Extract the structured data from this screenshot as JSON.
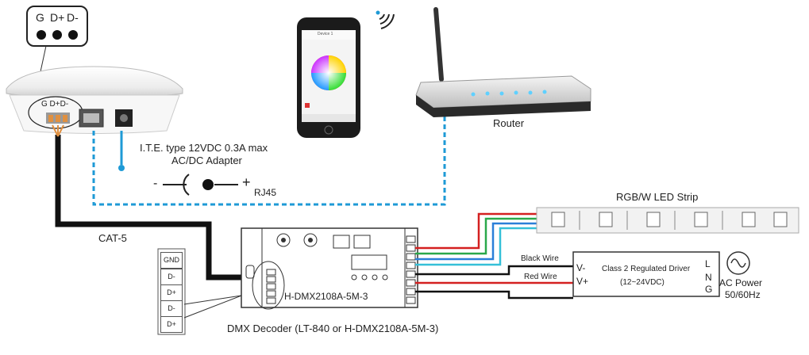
{
  "gateway": {
    "callout_pins": [
      "G",
      "D+",
      "D-"
    ],
    "body_pins": "G D+D-"
  },
  "phone": {
    "device_name": "Device 1"
  },
  "router": {
    "label": "Router"
  },
  "adapter": {
    "line1": "I.T.E. type 12VDC 0.3A max",
    "line2": "AC/DC Adapter",
    "minus": "-",
    "plus": "+",
    "port_label": "RJ45"
  },
  "cable": {
    "label": "CAT-5"
  },
  "terminal_block": {
    "pins": [
      "GND",
      "D-",
      "D+",
      "D-",
      "D+"
    ]
  },
  "decoder": {
    "model": "H-DMX2108A-5M-3",
    "caption": "DMX Decoder (LT-840 or H-DMX2108A-5M-3)"
  },
  "led_strip": {
    "label": "RGB/W LED Strip"
  },
  "driver": {
    "title": "Class 2 Regulated Driver",
    "range": "(12~24VDC)",
    "v_minus": "V-",
    "v_plus": "V+",
    "l": "L",
    "n": "N",
    "g": "G"
  },
  "wires": {
    "black": "Black Wire",
    "red": "Red Wire"
  },
  "ac_power": {
    "line1": "AC Power",
    "line2": "50/60Hz"
  },
  "colors": {
    "cat5": "#111111",
    "dashed_network": "#1e9ad6",
    "red_wire": "#d42020",
    "green_wire": "#2aa84a",
    "blue_wire": "#2a7fd8",
    "cyan_wire": "#35c0d8",
    "router_led": "#5fd0ff"
  }
}
